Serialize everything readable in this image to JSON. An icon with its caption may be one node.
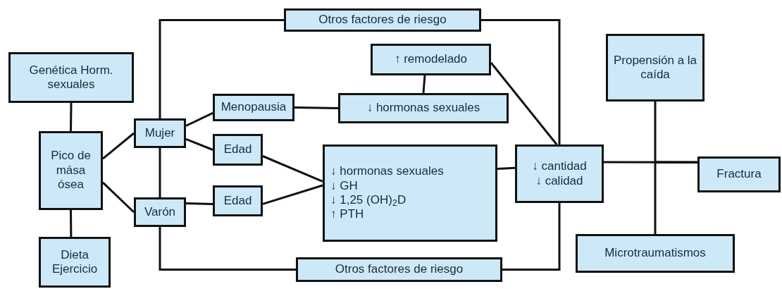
{
  "diagram": {
    "nodes": [
      {
        "text": [
          "Otros factores de riesgo"
        ]
      },
      {
        "text": [
          "Genética Horm. sexuales"
        ]
      },
      {
        "text": [
          "Pico de mása ósea"
        ]
      },
      {
        "text": [
          "Dieta Ejercicio"
        ]
      },
      {
        "text": [
          "Mujer"
        ]
      },
      {
        "text": [
          "Varón"
        ]
      },
      {
        "text": [
          "Menopausia"
        ]
      },
      {
        "text": [
          "Edad"
        ]
      },
      {
        "text": [
          "Edad"
        ]
      },
      {
        "text": [
          "↑ remodelado"
        ]
      },
      {
        "text": [
          "↓ hormonas sexuales"
        ]
      },
      {
        "text": [
          "↓ hormonas sexuales",
          "↓ GH",
          "↓ 1,25 (OH)$_{2}$D",
          "↑ PTH"
        ]
      },
      {
        "text": [
          "↓ cantidad",
          "↓ calidad"
        ]
      },
      {
        "text": [
          "Propensión a la caída"
        ]
      },
      {
        "text": [
          "Fractura"
        ]
      },
      {
        "text": [
          "Microtraumatismos"
        ]
      },
      {
        "text": [
          "Otros factores de riesgo"
        ]
      }
    ],
    "edges": [
      {
        "from": 1,
        "to": 2,
        "arrow": "none"
      },
      {
        "from": 2,
        "to": 3,
        "arrow": "none"
      },
      {
        "from": 2,
        "to": 4,
        "arrow": "none"
      },
      {
        "from": 2,
        "to": 5,
        "arrow": "none"
      },
      {
        "from": 4,
        "to": 0,
        "arrow": "none"
      },
      {
        "from": 4,
        "to": 5,
        "arrow": "none"
      },
      {
        "from": 4,
        "to": 6,
        "arrow": "none"
      },
      {
        "from": 4,
        "to": 7,
        "arrow": "none"
      },
      {
        "from": 5,
        "to": 8,
        "arrow": "none"
      },
      {
        "from": 7,
        "to": 11,
        "arrow": "none"
      },
      {
        "from": 8,
        "to": 11,
        "arrow": "none"
      },
      {
        "from": 6,
        "to": 10,
        "arrow": "none"
      },
      {
        "from": 9,
        "to": 10,
        "arrow": "none"
      },
      {
        "from": 9,
        "to": 12,
        "arrow": "none"
      },
      {
        "from": 11,
        "to": 12,
        "arrow": "none"
      },
      {
        "from": 0,
        "to": 12,
        "arrow": "none"
      },
      {
        "from": 16,
        "to": 12,
        "arrow": "none"
      },
      {
        "from": 5,
        "to": 16,
        "arrow": "none"
      },
      {
        "from": 12,
        "to": 14,
        "arrow": "none"
      },
      {
        "from": 13,
        "to": 14,
        "arrow": "none"
      },
      {
        "from": 15,
        "to": 14,
        "arrow": "none"
      }
    ]
  }
}
